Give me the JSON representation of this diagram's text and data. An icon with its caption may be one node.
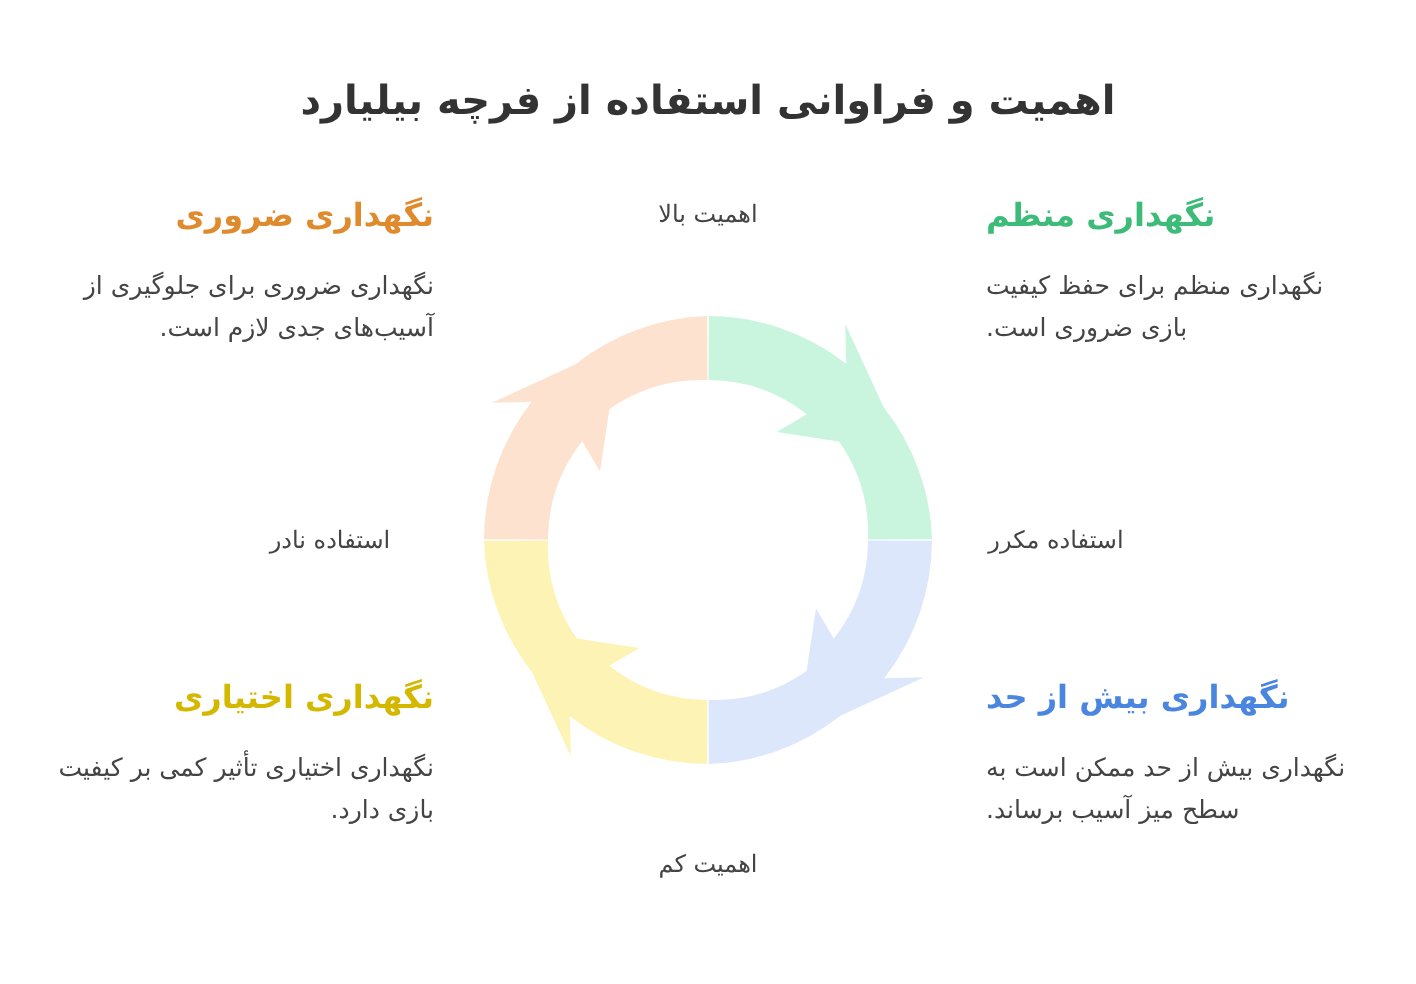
{
  "diagram": {
    "title": "اهمیت و فراوانی استفاده از فرچه بیلیارد",
    "labels": [
      "نگهداری منظم",
      "نگهداری منظم برای حفظ کیفیت بازی ضروری است.",
      "اهمیت بالا",
      "نگهداری ضروری",
      "نگهداری ضروری برای جلوگیری از آسیب‌های جدی لازم است.",
      "استفاده مکرر",
      "استفاده نادر",
      "نگهداری بیش از حد",
      "نگهداری بیش از حد ممکن است به سطح میز آسیب برساند.",
      "نگهداری اختیاری",
      "نگهداری اختیاری تأثیر کمی بر کیفیت بازی دارد.",
      "اهمیت کم"
    ]
  }
}
